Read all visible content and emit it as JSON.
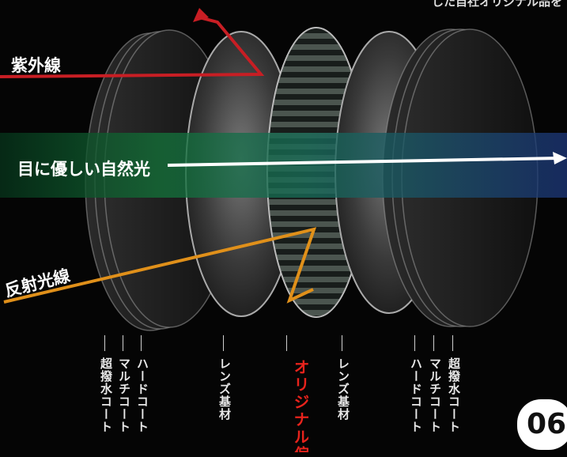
{
  "caption_top": "した自社オリジナル品を",
  "rays": {
    "uv": {
      "label": "紫外線",
      "color": "#c81e24"
    },
    "natural": {
      "label": "目に優しい自然光",
      "color": "#ffffff"
    },
    "reflected": {
      "label": "反射光線",
      "color": "#e0901a"
    }
  },
  "layers": {
    "left_group": [
      "ハードコート",
      "マルチコート",
      "超撥水コート"
    ],
    "left_substrate": "レンズ基材",
    "film": "オリジナル偏光フィルム",
    "right_substrate": "レンズ基材",
    "right_group": [
      "超撥水コート",
      "マルチコート",
      "ハードコート"
    ]
  },
  "colors": {
    "film_label": "#e8231c",
    "band_left": "#0e5a2c",
    "band_right": "#1a2f6a"
  },
  "page_number": "06"
}
